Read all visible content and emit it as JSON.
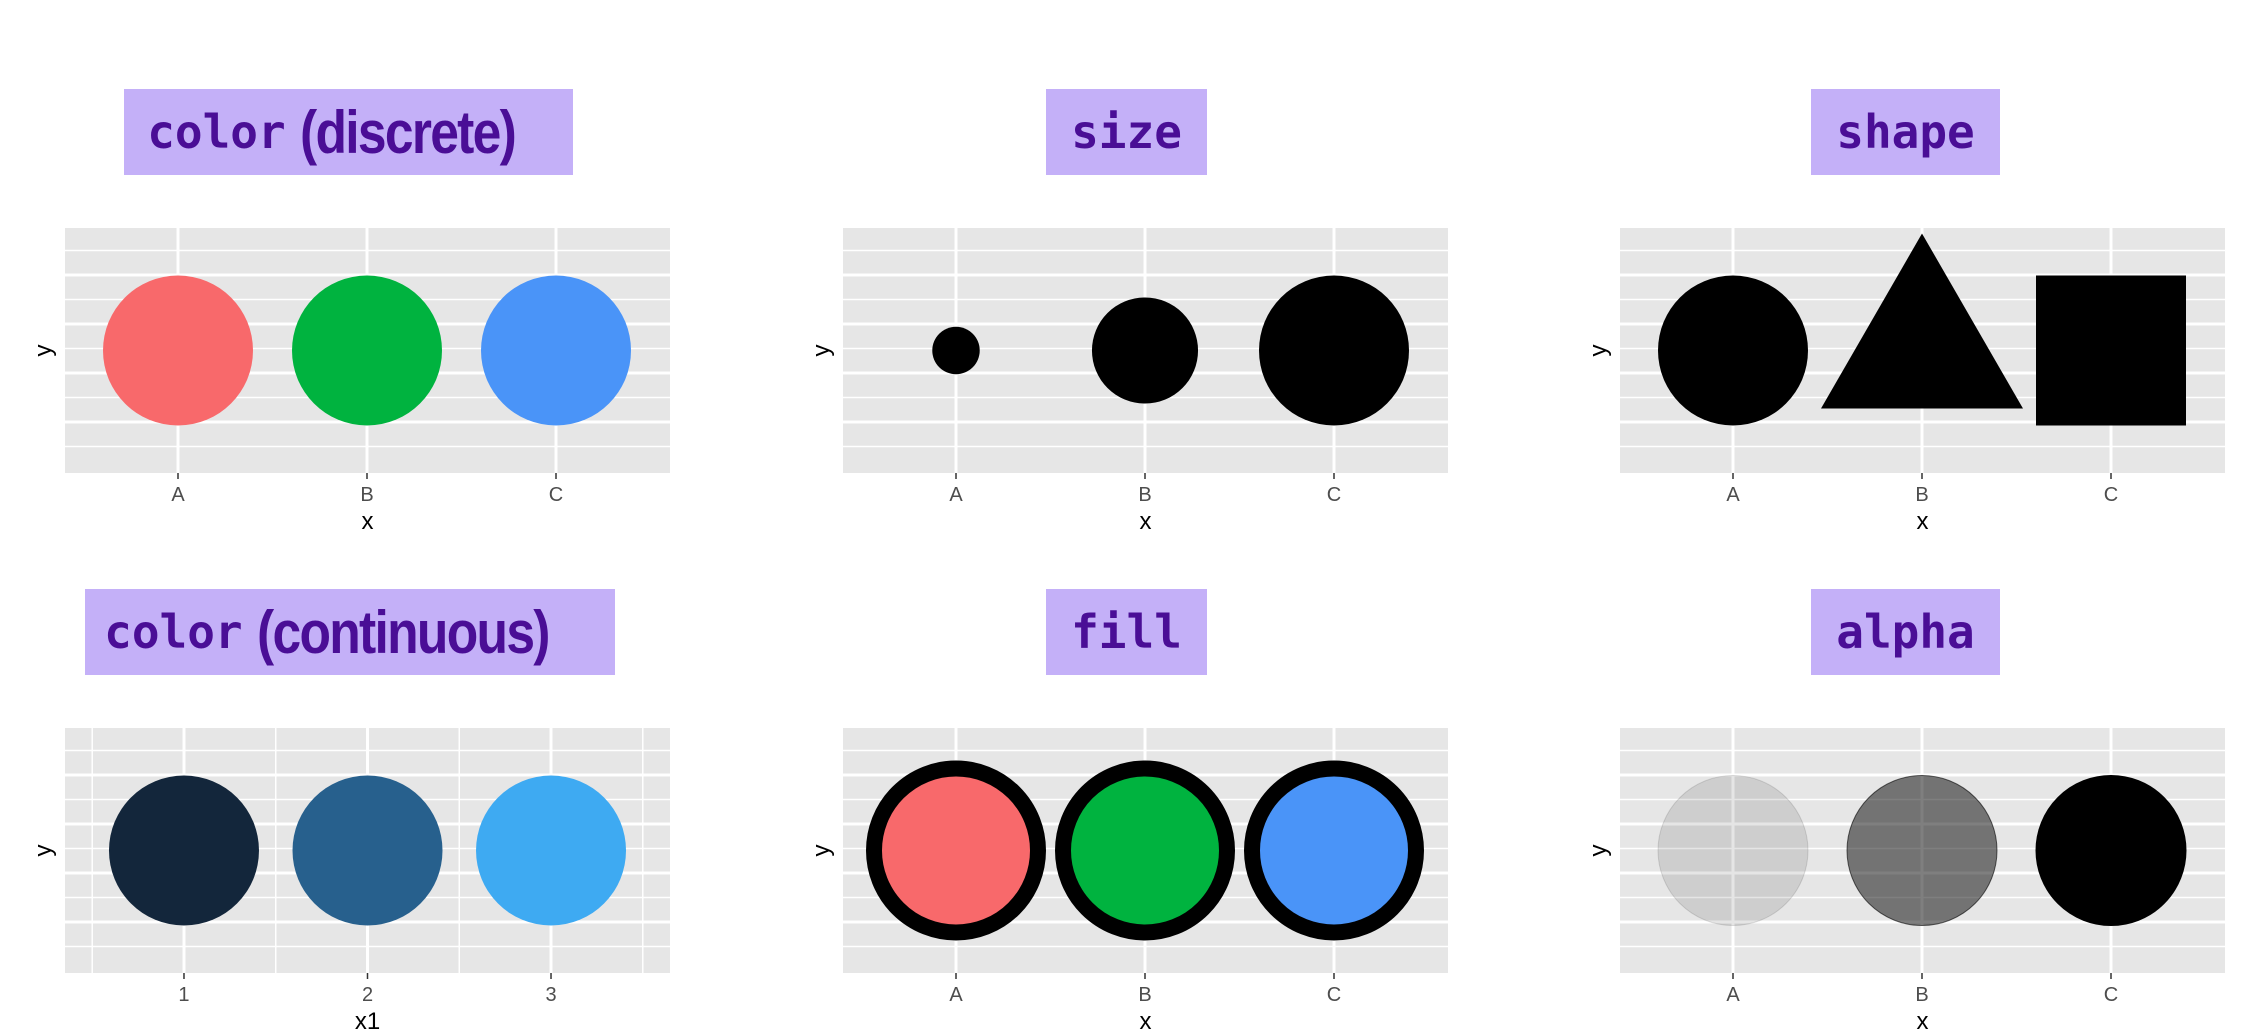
{
  "colors": {
    "title_bg": "#c4b0f8",
    "title_text": "#4a0e96",
    "panel_bg": "#e6e6e6",
    "grid": "#ffffff",
    "red": "#f8696b",
    "green": "#00b33f",
    "blue": "#4a94f8",
    "dark1": "#13263b",
    "dark2": "#27608d",
    "dark3": "#3eaaf2"
  },
  "panels": [
    {
      "code": "color",
      "plain": "(discrete)"
    },
    {
      "code": "size",
      "plain": ""
    },
    {
      "code": "shape",
      "plain": ""
    },
    {
      "code": "color",
      "plain": "(continuous)"
    },
    {
      "code": "fill",
      "plain": ""
    },
    {
      "code": "alpha",
      "plain": ""
    }
  ],
  "chart_data": [
    {
      "type": "scatter",
      "xlabel": "x",
      "ylabel": "y",
      "categories": [
        "A",
        "B",
        "C"
      ],
      "aesthetic": "color (discrete)",
      "point_colors": [
        "#f8696b",
        "#00b33f",
        "#4a94f8"
      ]
    },
    {
      "type": "scatter",
      "xlabel": "x",
      "ylabel": "y",
      "categories": [
        "A",
        "B",
        "C"
      ],
      "aesthetic": "size",
      "sizes": [
        1,
        5,
        10
      ]
    },
    {
      "type": "scatter",
      "xlabel": "x",
      "ylabel": "y",
      "categories": [
        "A",
        "B",
        "C"
      ],
      "aesthetic": "shape",
      "shapes": [
        "circle",
        "triangle",
        "square"
      ]
    },
    {
      "type": "scatter",
      "xlabel": "x1",
      "ylabel": "y",
      "x": [
        1,
        2,
        3
      ],
      "xlim": [
        0.5,
        3.5
      ],
      "aesthetic": "color (continuous)",
      "point_colors": [
        "#13263b",
        "#27608d",
        "#3eaaf2"
      ]
    },
    {
      "type": "scatter",
      "xlabel": "x",
      "ylabel": "y",
      "categories": [
        "A",
        "B",
        "C"
      ],
      "aesthetic": "fill",
      "fill_colors": [
        "#f8696b",
        "#00b33f",
        "#4a94f8"
      ],
      "outline_color": "#000000"
    },
    {
      "type": "scatter",
      "xlabel": "x",
      "ylabel": "y",
      "categories": [
        "A",
        "B",
        "C"
      ],
      "aesthetic": "alpha",
      "alphas": [
        0.1,
        0.5,
        1.0
      ]
    }
  ]
}
